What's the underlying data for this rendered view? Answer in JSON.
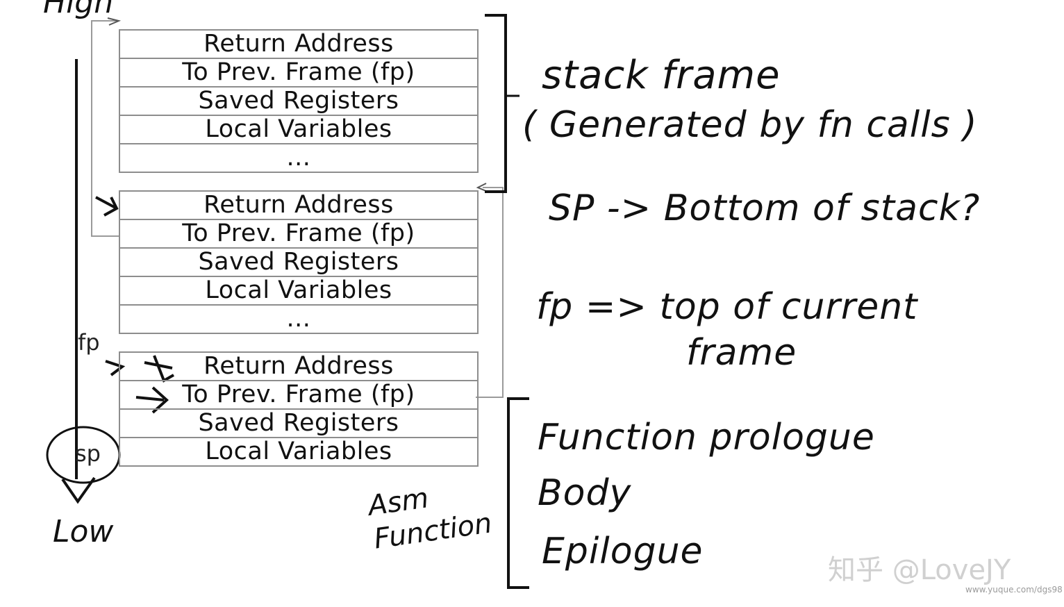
{
  "axis": {
    "top_label": "High",
    "bottom_label": "Low"
  },
  "frames": [
    {
      "rows": [
        "Return Address",
        "To Prev. Frame (fp)",
        "Saved Registers",
        "Local Variables",
        "..."
      ]
    },
    {
      "rows": [
        "Return Address",
        "To Prev. Frame (fp)",
        "Saved Registers",
        "Local Variables",
        "..."
      ]
    },
    {
      "rows": [
        "Return Address",
        "To Prev. Frame (fp)",
        "Saved Registers",
        "Local Variables"
      ]
    }
  ],
  "pointer_labels": {
    "fp": "fp",
    "sp": "sp"
  },
  "notes": {
    "stack_frame_line1": "stack frame",
    "stack_frame_line2": "( Generated by fn calls )",
    "sp_note": "SP -> Bottom of stack?",
    "fp_note_line1": "fp => top of current",
    "fp_note_line2": "frame",
    "asm_line1": "Asm",
    "asm_line2": "Function",
    "asm_parts": [
      "Function prologue",
      "Body",
      "Epilogue"
    ]
  },
  "watermark": {
    "brand": "知乎 @LoveJY",
    "url": "www.yuque.com/dgs98"
  }
}
